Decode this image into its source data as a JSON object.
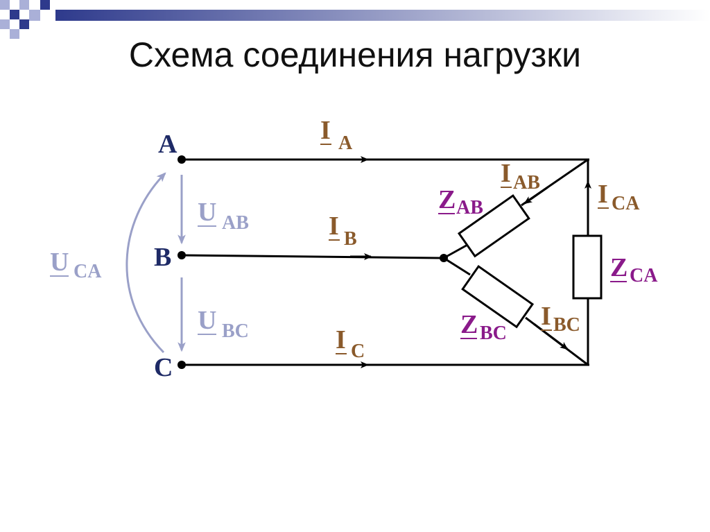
{
  "title": "Схема соединения нагрузки",
  "nodes": {
    "a": "A",
    "b": "B",
    "c": "C"
  },
  "currents": {
    "ia": {
      "symbol": "I",
      "sub": "A"
    },
    "ib": {
      "symbol": "I",
      "sub": "B"
    },
    "ic": {
      "symbol": "I",
      "sub": "C"
    },
    "iab": {
      "symbol": "I",
      "sub": "AB"
    },
    "ibc": {
      "symbol": "I",
      "sub": "BC"
    },
    "ica": {
      "symbol": "I",
      "sub": "CA"
    }
  },
  "voltages": {
    "uab": {
      "symbol": "U",
      "sub": "AB"
    },
    "ubc": {
      "symbol": "U",
      "sub": "BC"
    },
    "uca": {
      "symbol": "U",
      "sub": "CA"
    }
  },
  "impedances": {
    "zab": {
      "symbol": "Z",
      "sub": "AB"
    },
    "zbc": {
      "symbol": "Z",
      "sub": "BC"
    },
    "zca": {
      "symbol": "Z",
      "sub": "CA"
    }
  },
  "colors": {
    "node": "#1e2a66",
    "current": "#8a5a2b",
    "voltage": "#9aa0c8",
    "impedance": "#8a1a8a",
    "wire": "#000000",
    "deco_blue": "#2e3a8c",
    "deco_light": "#aab0d8"
  }
}
